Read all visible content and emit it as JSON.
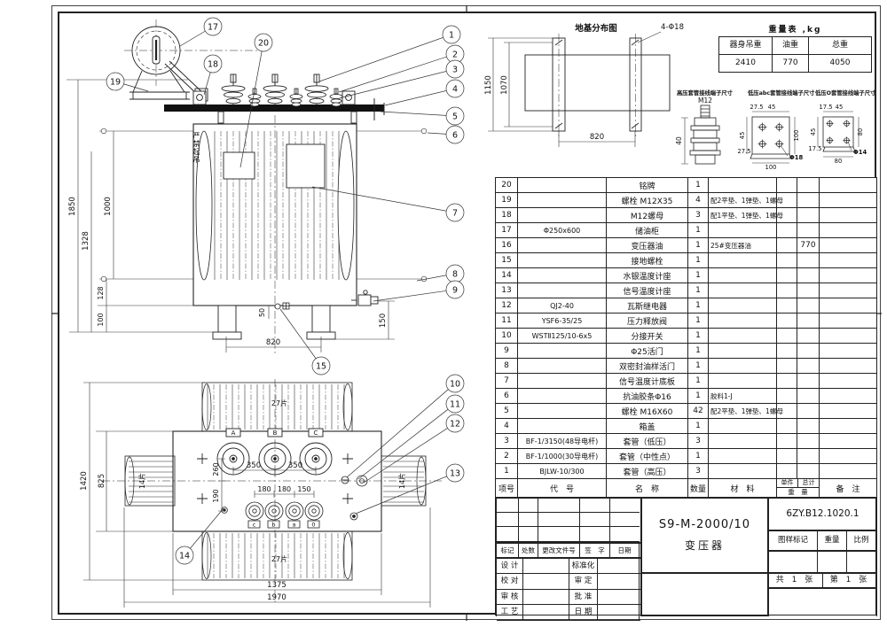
{
  "front_view": {
    "warning": "严禁起吊",
    "dims": {
      "d1850": "1850",
      "d1328": "1328",
      "d1000": "1000",
      "d128": "128",
      "d100": "100",
      "d50": "50",
      "d820": "820",
      "d150": "150"
    },
    "balloons": {
      "b1": "1",
      "b2": "2",
      "b3": "3",
      "b4": "4",
      "b5": "5",
      "b6": "6",
      "b7": "7",
      "b8": "8",
      "b9": "9",
      "b15": "15",
      "b17": "17",
      "b18": "18",
      "b19": "19",
      "b20": "20"
    }
  },
  "plan_view": {
    "dims": {
      "d1420": "1420",
      "d825": "825",
      "d260": "260",
      "d190": "190",
      "d350a": "350",
      "d350b": "350",
      "d180a": "180",
      "d180b": "180",
      "d150": "150",
      "d1375": "1375",
      "d1970": "1970"
    },
    "fins": {
      "top": "27片",
      "bottom": "27片",
      "left": "14片",
      "right": "14片"
    },
    "hv_labels": [
      "A",
      "B",
      "C"
    ],
    "lv_labels": [
      "c",
      "b",
      "a",
      "0"
    ],
    "balloons": {
      "b10": "10",
      "b11": "11",
      "b12": "12",
      "b13": "13",
      "b14": "14"
    }
  },
  "foundation": {
    "title": "地基分布图",
    "callout": "4-Φ18",
    "d1150": "1150",
    "d1070": "1070",
    "d820": "820"
  },
  "weight_table": {
    "title": "重量表 ,kg",
    "headers": [
      "器身吊重",
      "油重",
      "总重"
    ],
    "values": [
      "2410",
      "770",
      "4050"
    ]
  },
  "terminals": {
    "hv": {
      "title": "高压套管接线端子尺寸",
      "thread": "M12",
      "d40": "40"
    },
    "abc": {
      "title": "低压abc套管接线端子尺寸",
      "d27a": "27.5",
      "d45a": "45",
      "d45b": "45",
      "d27b": "27.5",
      "d100a": "100",
      "d100b": "100",
      "hole": "Φ18"
    },
    "o": {
      "title": "低压O套管接线端子尺寸",
      "d17a": "17.5",
      "d45a": "45",
      "d45b": "45",
      "d17b": "17.5",
      "d80a": "80",
      "d80b": "80",
      "hole": "Φ14"
    }
  },
  "parts_table": {
    "headers": {
      "no": "项号",
      "code": "代　号",
      "name": "名　称",
      "qty": "数量",
      "material": "材　料",
      "unit": "单件",
      "total": "总计",
      "weight": "重　量",
      "remark": "备　注"
    },
    "rows": [
      {
        "no": "20",
        "code": "",
        "name": "铭牌",
        "qty": "1",
        "material": "",
        "unit": "",
        "total": "",
        "remark": ""
      },
      {
        "no": "19",
        "code": "",
        "name": "螺栓 M12X35",
        "qty": "4",
        "material": "配2平垫、1弹垫、1螺母",
        "unit": "",
        "total": "",
        "remark": ""
      },
      {
        "no": "18",
        "code": "",
        "name": "M12螺母",
        "qty": "3",
        "material": "配1平垫、1弹垫、1螺母",
        "unit": "",
        "total": "",
        "remark": ""
      },
      {
        "no": "17",
        "code": "Φ250x600",
        "name": "储油柜",
        "qty": "1",
        "material": "",
        "unit": "",
        "total": "",
        "remark": ""
      },
      {
        "no": "16",
        "code": "",
        "name": "变压器油",
        "qty": "1",
        "material": "25#变压器油",
        "unit": "",
        "total": "770",
        "remark": ""
      },
      {
        "no": "15",
        "code": "",
        "name": "接地螺栓",
        "qty": "1",
        "material": "",
        "unit": "",
        "total": "",
        "remark": ""
      },
      {
        "no": "14",
        "code": "",
        "name": "水银温度计座",
        "qty": "1",
        "material": "",
        "unit": "",
        "total": "",
        "remark": ""
      },
      {
        "no": "13",
        "code": "",
        "name": "信号温度计座",
        "qty": "1",
        "material": "",
        "unit": "",
        "total": "",
        "remark": ""
      },
      {
        "no": "12",
        "code": "QJ2-40",
        "name": "瓦斯继电器",
        "qty": "1",
        "material": "",
        "unit": "",
        "total": "",
        "remark": ""
      },
      {
        "no": "11",
        "code": "YSF6-35/25",
        "name": "压力释放阀",
        "qty": "1",
        "material": "",
        "unit": "",
        "total": "",
        "remark": ""
      },
      {
        "no": "10",
        "code": "WSTⅡ125/10-6x5",
        "name": "分接开关",
        "qty": "1",
        "material": "",
        "unit": "",
        "total": "",
        "remark": ""
      },
      {
        "no": "9",
        "code": "",
        "name": "Φ25活门",
        "qty": "1",
        "material": "",
        "unit": "",
        "total": "",
        "remark": ""
      },
      {
        "no": "8",
        "code": "",
        "name": "双密封油样活门",
        "qty": "1",
        "material": "",
        "unit": "",
        "total": "",
        "remark": ""
      },
      {
        "no": "7",
        "code": "",
        "name": "信号温度计底板",
        "qty": "1",
        "material": "",
        "unit": "",
        "total": "",
        "remark": ""
      },
      {
        "no": "6",
        "code": "",
        "name": "抗油胶条Φ16",
        "qty": "1",
        "material": "胶料1-J",
        "unit": "",
        "total": "",
        "remark": ""
      },
      {
        "no": "5",
        "code": "",
        "name": "螺栓 M16X60",
        "qty": "42",
        "material": "配2平垫、1弹垫、1螺母",
        "unit": "",
        "total": "",
        "remark": ""
      },
      {
        "no": "4",
        "code": "",
        "name": "箱盖",
        "qty": "1",
        "material": "",
        "unit": "",
        "total": "",
        "remark": ""
      },
      {
        "no": "3",
        "code": "BF-1/3150(48导电杆)",
        "name": "套管（低压）",
        "qty": "3",
        "material": "",
        "unit": "",
        "total": "",
        "remark": ""
      },
      {
        "no": "2",
        "code": "BF-1/1000(30导电杆)",
        "name": "套管（中性点）",
        "qty": "1",
        "material": "",
        "unit": "",
        "total": "",
        "remark": ""
      },
      {
        "no": "1",
        "code": "BJLW-10/300",
        "name": "套管（高压）",
        "qty": "3",
        "material": "",
        "unit": "",
        "total": "",
        "remark": ""
      }
    ]
  },
  "title_block": {
    "rev_headers": [
      "标记",
      "处数",
      "更改文件号",
      "签　字",
      "日期"
    ],
    "roles": [
      {
        "l": "设 计",
        "r": "标准化"
      },
      {
        "l": "校 对",
        "r": "审 定"
      },
      {
        "l": "审 核",
        "r": "批 准"
      },
      {
        "l": "工 艺",
        "r": "日 期"
      }
    ],
    "model": "S9-M-2000/10",
    "product": "变压器",
    "drawing_no": "6ZY.B12.1020.1",
    "stamp_headers": [
      "图样标记",
      "重量",
      "比例"
    ],
    "sheet_total": "共 1 张",
    "sheet_no": "第 1 张"
  }
}
